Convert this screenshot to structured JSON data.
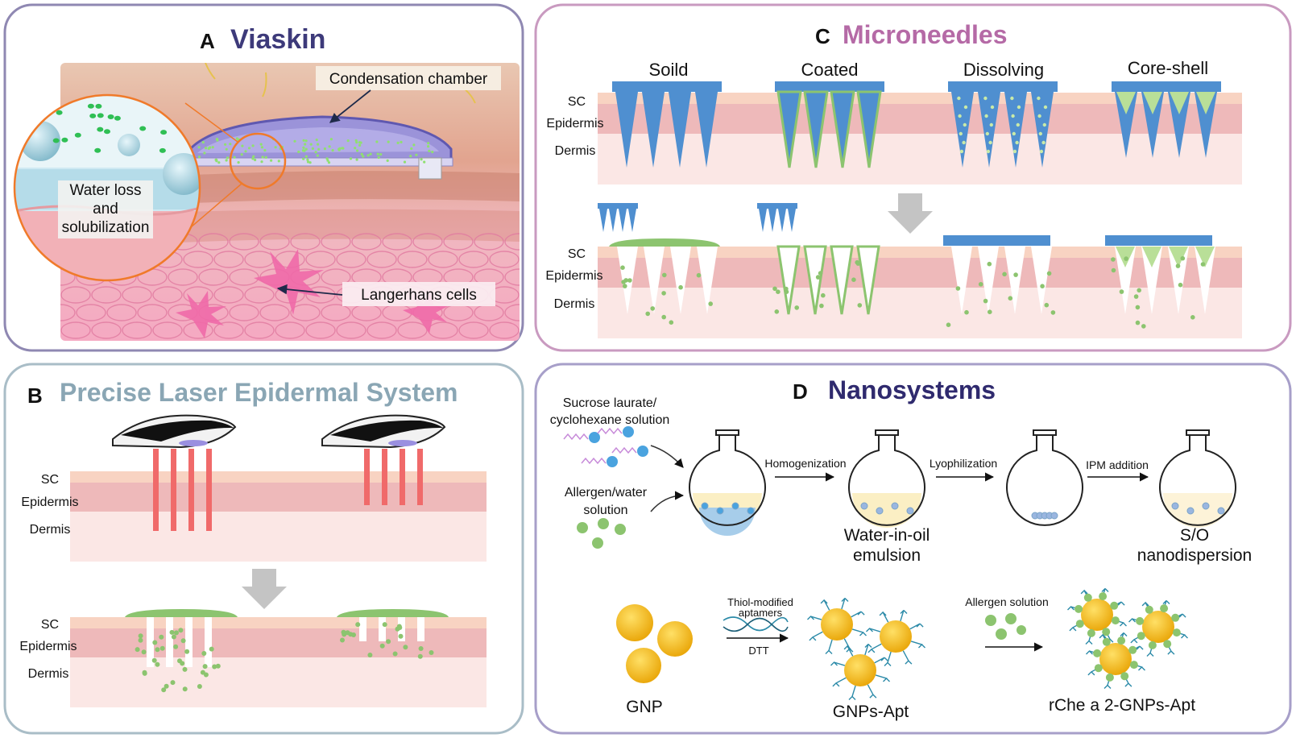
{
  "panelA": {
    "letter": "A",
    "title": "Viaskin",
    "callout_condensation": "Condensation chamber",
    "callout_water": [
      "Water loss",
      "and",
      "solubilization"
    ],
    "callout_langerhans": "Langerhans cells"
  },
  "panelB": {
    "letter": "B",
    "title": "Precise Laser Epidermal System",
    "layers": {
      "sc": "SC",
      "epidermis": "Epidermis",
      "dermis": "Dermis"
    }
  },
  "panelC": {
    "letter": "C",
    "title": "Microneedles",
    "types": [
      "Soild",
      "Coated",
      "Dissolving",
      "Core-shell"
    ],
    "layers": {
      "sc": "SC",
      "epidermis": "Epidermis",
      "dermis": "Dermis"
    }
  },
  "panelD": {
    "letter": "D",
    "title": "Nanosystems",
    "sucrose_label": [
      "Sucrose laurate/",
      "cyclohexane solution"
    ],
    "allergen_water_label": [
      "Allergen/water",
      "solution"
    ],
    "step_homogenization": "Homogenization",
    "step_lyophilization": "Lyophilization",
    "step_ipm": "IPM addition",
    "product_emulsion": [
      "Water-in-oil",
      "emulsion"
    ],
    "product_nanodispersion": [
      "S/O",
      "nanodispersion"
    ],
    "gnp_label": "GNP",
    "thiol_label": [
      "Thiol-modified",
      "aptamers"
    ],
    "dtt_label": "DTT",
    "gnps_apt_label": "GNPs-Apt",
    "allergen_solution_label": "Allergen solution",
    "final_label": "rChe a 2-GNPs-Apt"
  },
  "colors": {
    "panelA_title": "#3d3a7a",
    "panelB_title": "#8aa6b4",
    "panelC_title": "#b56aa6",
    "panelD_title": "#2f2a6e",
    "needle_blue": "#4f8fd0",
    "allergen_green": "#8cc46f",
    "laser_red": "#f06a6a",
    "sc_layer": "#f8d3c2",
    "epidermis_layer": "#eeb9ba",
    "dermis_layer": "#fbe7e5",
    "gold": "#f5b915"
  }
}
